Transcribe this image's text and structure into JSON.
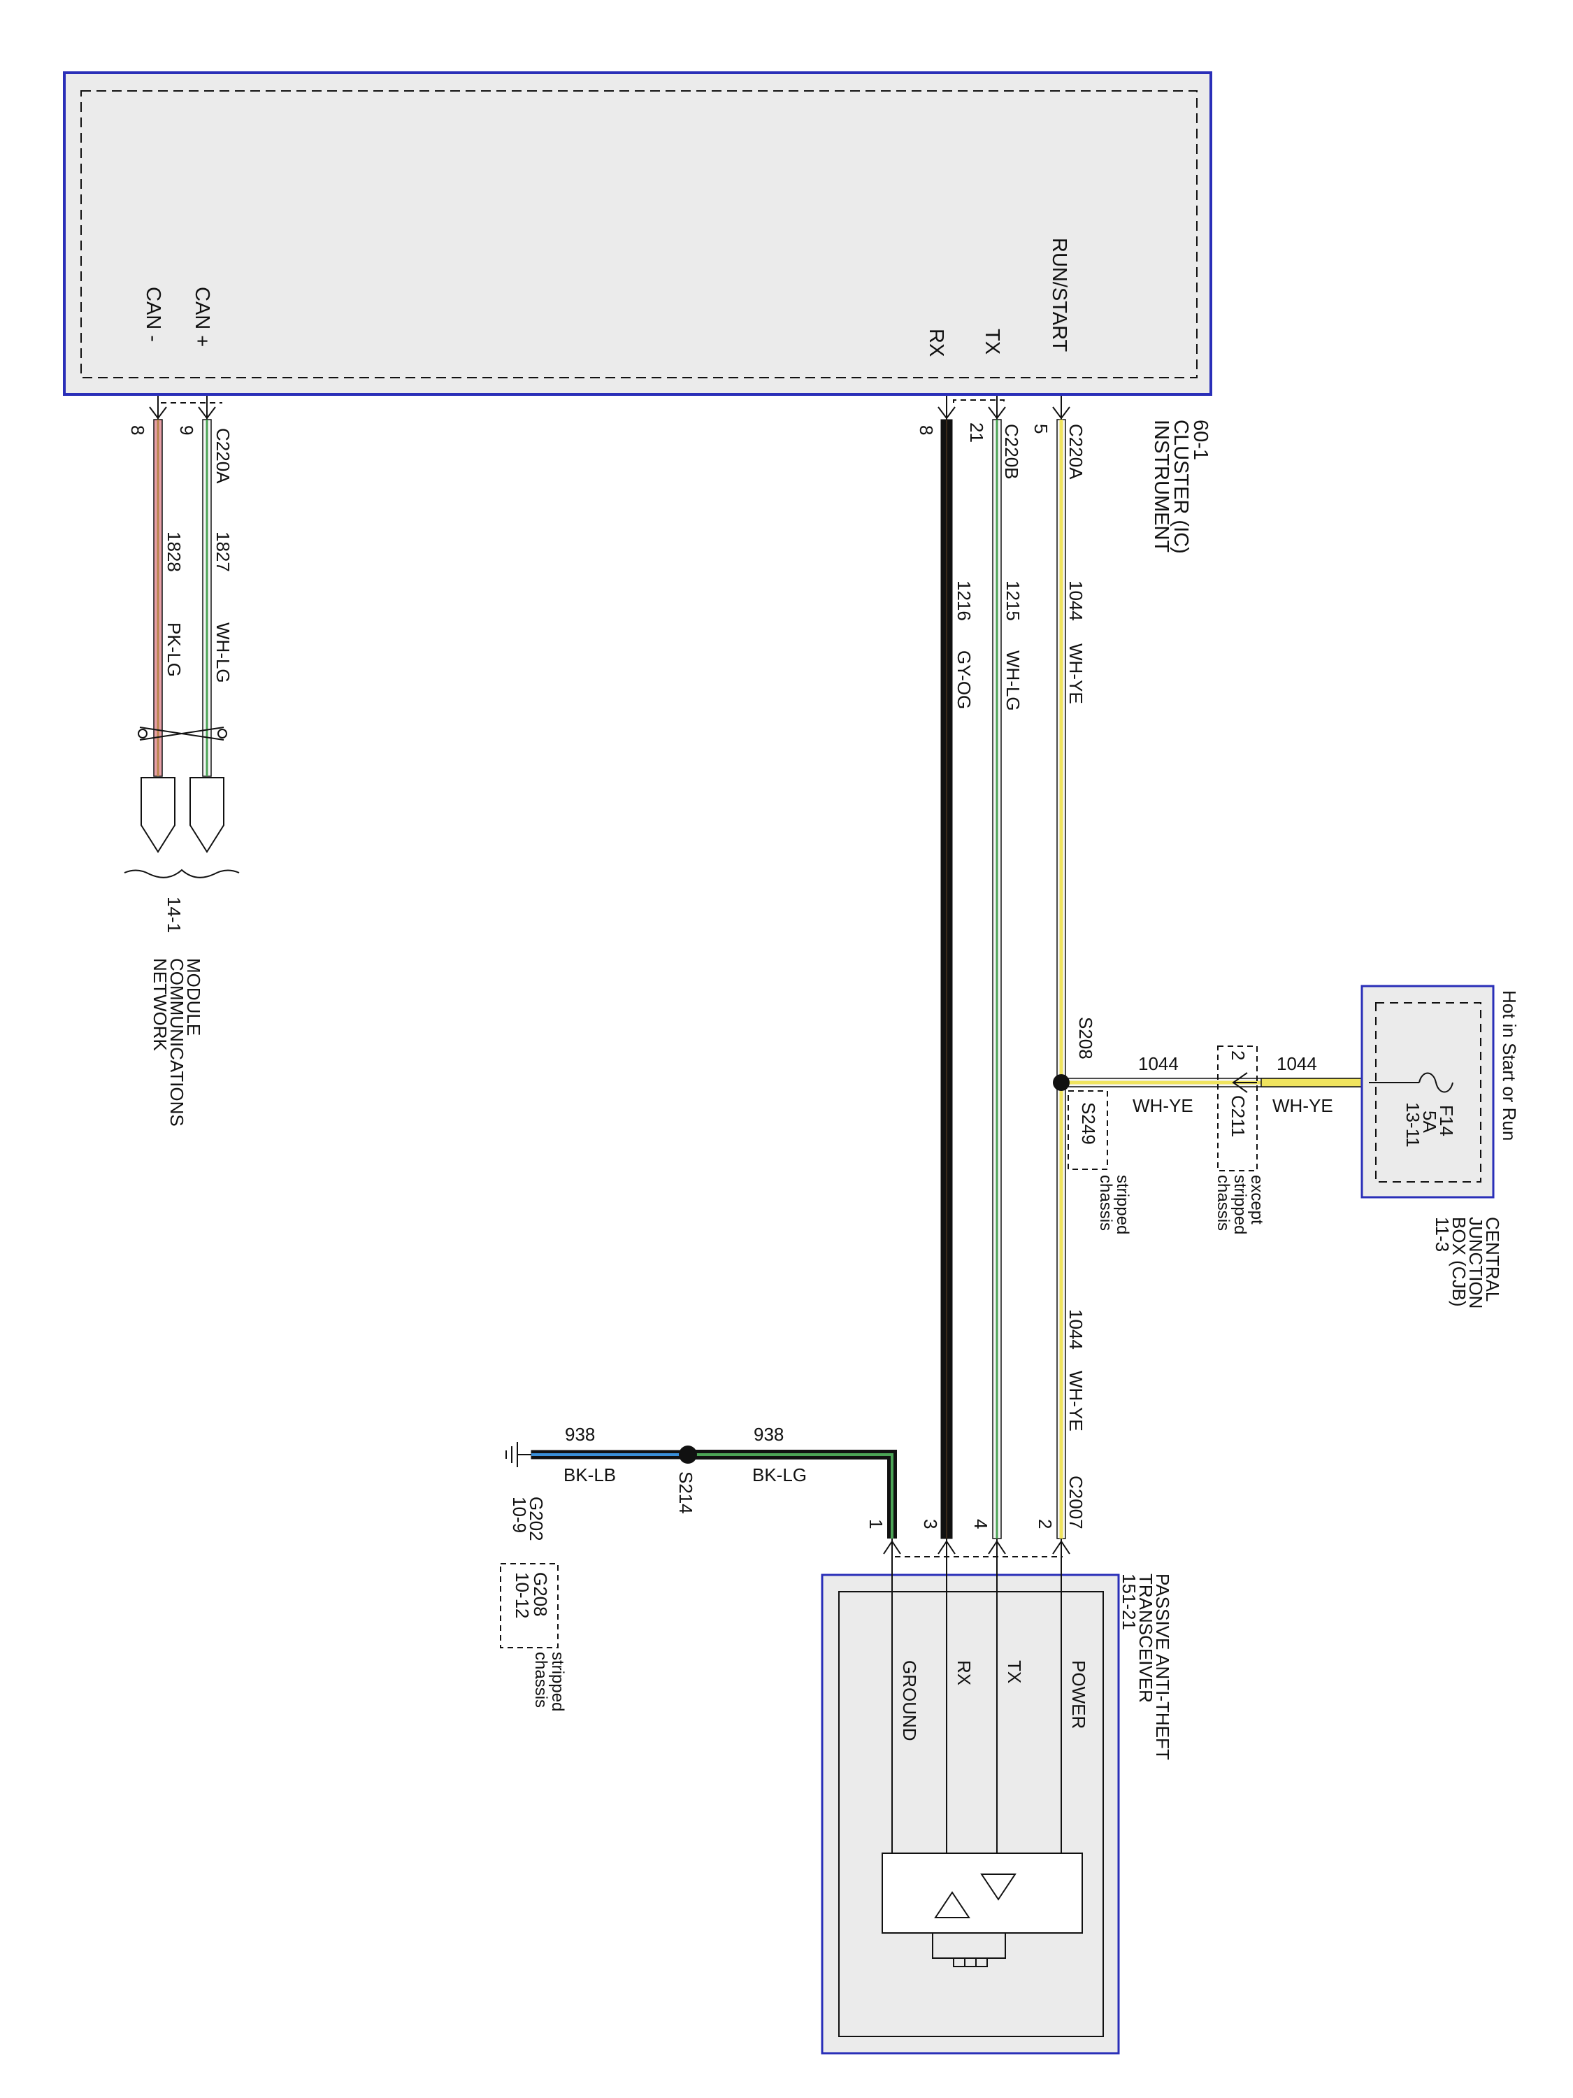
{
  "colors": {
    "module_border": "#2a2fb8",
    "module_fill": "#ebebeb",
    "wire_white": "#f5f5f5",
    "wire_yellow": "#f0e45e",
    "wire_green": "#4ca456",
    "wire_pink": "#e7a0a8",
    "wire_brown": "#b9854b",
    "wire_gray": "#8a8a8a",
    "wire_orange": "#e8893a",
    "wire_black": "#111111",
    "wire_blue": "#3a8fd8",
    "stroke": "#111111"
  },
  "instrument_cluster": {
    "title_line1": "INSTRUMENT",
    "title_line2": "CLUSTER (IC)",
    "page_ref": "60-1",
    "pins": {
      "can_minus": "CAN -",
      "can_plus": "CAN +",
      "rx": "RX",
      "tx": "TX",
      "run_start": "RUN/START"
    }
  },
  "connectors": {
    "c220a_left": "C220A",
    "c220a_right": "C220A",
    "c220b": "C220B",
    "c2007": "C2007",
    "c211": "C211",
    "pin_8_left": "8",
    "pin_9": "9",
    "pin_8_rx": "8",
    "pin_21": "21",
    "pin_5": "5",
    "pin_2_c211": "2",
    "pin_1": "1",
    "pin_3": "3",
    "pin_4": "4",
    "pin_2": "2"
  },
  "wires": {
    "w1827": {
      "circuit": "1827",
      "color": "WH-LG"
    },
    "w1828": {
      "circuit": "1828",
      "color": "PK-LG"
    },
    "w1216": {
      "circuit": "1216",
      "color": "GY-OG"
    },
    "w1215": {
      "circuit": "1215",
      "color": "WH-LG"
    },
    "w1044_upper": {
      "circuit": "1044",
      "color": "WH-YE"
    },
    "w1044_lower": {
      "circuit": "1044",
      "color": "WH-YE"
    },
    "w1044_mid": {
      "circuit": "1044",
      "color": "WH-YE"
    },
    "w1044_cjb": {
      "circuit": "1044",
      "color": "WH-YE"
    },
    "w938_lb": {
      "circuit": "938",
      "color": "BK-LB"
    },
    "w938_lg": {
      "circuit": "938",
      "color": "BK-LG"
    }
  },
  "splices": {
    "s208": "S208",
    "s249": "S249",
    "s249_note_line1": "stripped",
    "s249_note_line2": "chassis",
    "s214": "S214"
  },
  "c211_note": {
    "line1": "except",
    "line2": "stripped",
    "line3": "chassis"
  },
  "network": {
    "page_ref": "14-1",
    "line1": "MODULE",
    "line2": "COMMUNICATIONS",
    "line3": "NETWORK"
  },
  "cjb": {
    "hot_label": "Hot in Start or Run",
    "fuse_name": "F14",
    "fuse_rating": "5A",
    "fuse_ref": "13-11",
    "title_line1": "CENTRAL",
    "title_line2": "JUNCTION",
    "title_line3": "BOX (CJB)",
    "page_ref": "11-3"
  },
  "transceiver": {
    "title_line1": "PASSIVE ANTI-THEFT",
    "title_line2": "TRANSCEIVER",
    "page_ref": "151-21",
    "pins": {
      "power": "POWER",
      "tx": "TX",
      "rx": "RX",
      "ground": "GROUND"
    }
  },
  "grounds": {
    "g202": "G202",
    "g202_ref": "10-9",
    "g208": "G208",
    "g208_ref": "10-12",
    "g208_note_line1": "stripped",
    "g208_note_line2": "chassis"
  }
}
